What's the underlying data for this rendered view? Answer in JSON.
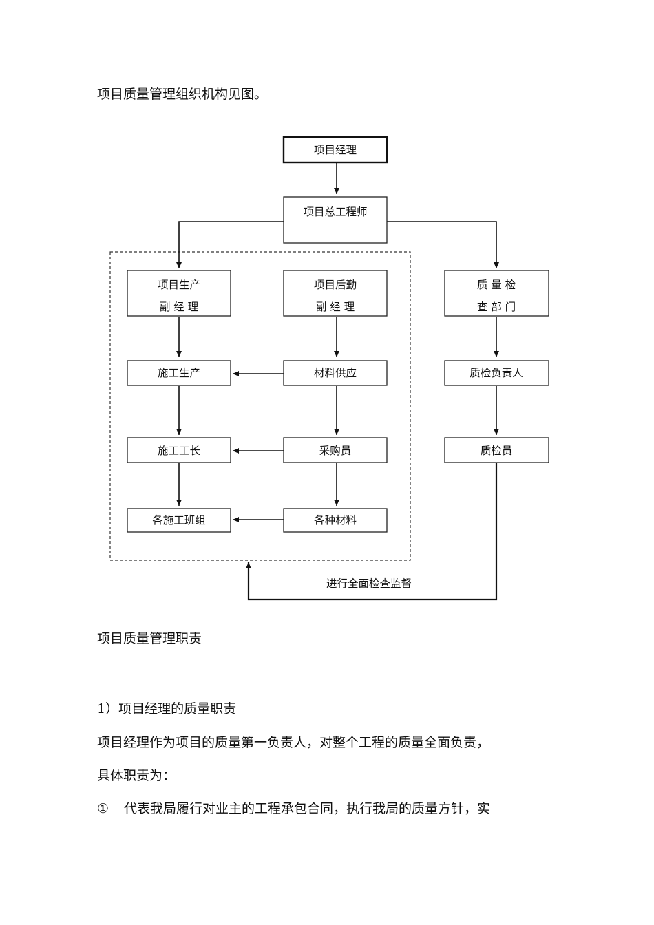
{
  "doc": {
    "heading1": "项目质量管理组织机构见图。",
    "heading2": "项目质量管理职责",
    "section1": "1）项目经理的质量职责",
    "line1": "项目经理作为项目的质量第一负责人，对整个工程的质量全面负责，",
    "line2": "具体职责为：",
    "item1_num": "①",
    "item1_text": "代表我局履行对业主的工程承包合同，执行我局的质量方针，实"
  },
  "org_chart": {
    "project_manager": "项目经理",
    "chief_engineer": "项目总工程师",
    "prod_vp_line1": "项目生产",
    "prod_vp_line2": "副 经 理",
    "logistics_vp_line1": "项目后勤",
    "logistics_vp_line2": "副 经 理",
    "qc_dept_line1": "质 量 检",
    "qc_dept_line2": "查 部 门",
    "construction_production": "施工生产",
    "material_supply": "材料供应",
    "qc_head": "质检负责人",
    "foreman": "施工工长",
    "purchaser": "采购员",
    "inspector": "质检员",
    "work_teams": "各施工班组",
    "materials": "各种材料",
    "supervision": "进行全面检查监督"
  }
}
